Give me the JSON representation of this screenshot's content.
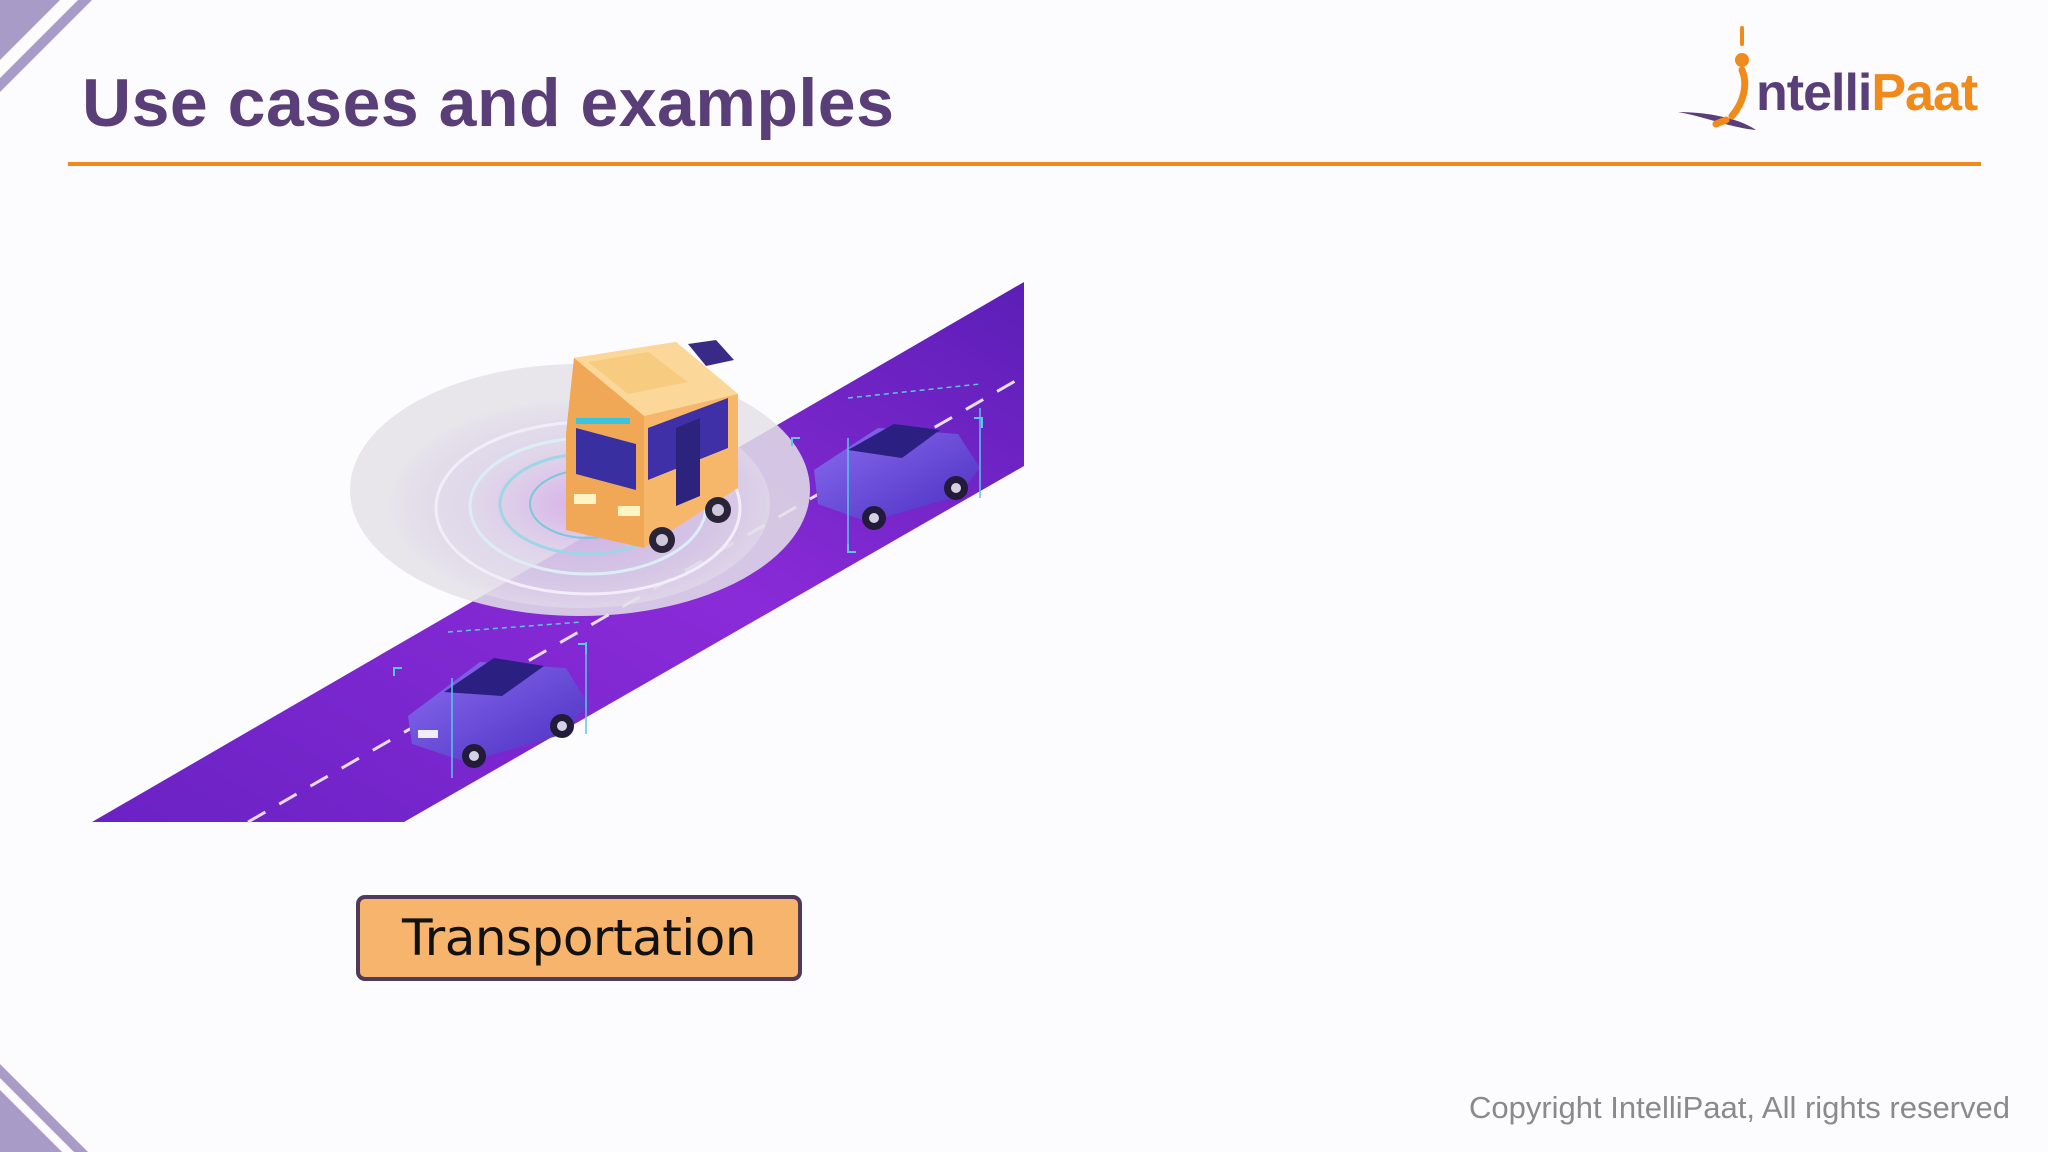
{
  "slide": {
    "title": "Use cases and examples",
    "category_label": "Transportation",
    "copyright": "Copyright IntelliPaat, All rights reserved"
  },
  "logo": {
    "brand_prefix": "I",
    "brand_mid": "ntelli",
    "brand_suffix": "Paat"
  },
  "colors": {
    "title": "#5a3e78",
    "accent_orange": "#ef8a1b",
    "road_purple": "#6a22c4",
    "label_fill": "#f6b46c",
    "label_border": "#4f3a5c",
    "corner_lavender": "#a99bc7"
  },
  "icons": [
    "autonomous-transport-illustration",
    "intellipaat-logo"
  ]
}
